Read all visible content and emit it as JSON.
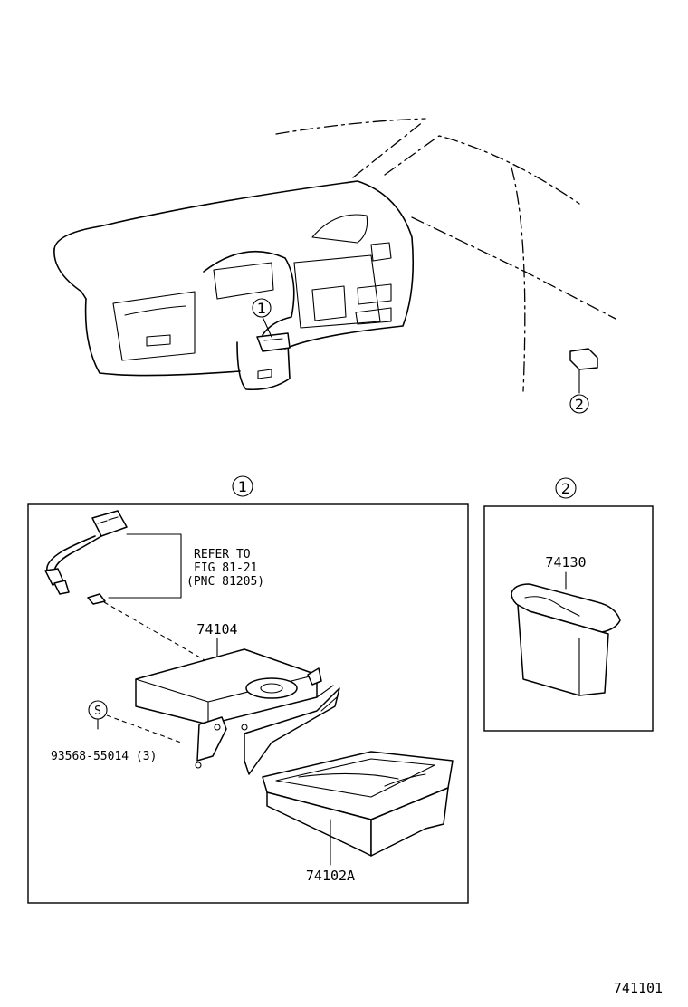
{
  "callouts": {
    "c1": "1",
    "c2": "2",
    "s": "S"
  },
  "refer_note": {
    "line1": "REFER TO",
    "line2": "FIG 81-21",
    "line3": "(PNC 81205)"
  },
  "parts": {
    "p74104": "74104",
    "p74102A": "74102A",
    "p74130": "74130",
    "p93568": "93568-55014 (3)"
  },
  "figure_number": "741101"
}
